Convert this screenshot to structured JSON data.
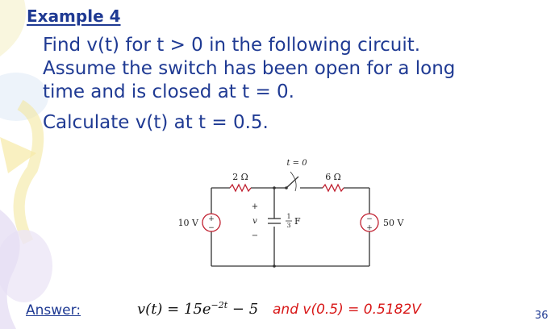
{
  "slide": {
    "title": "Example 4",
    "problem_line1": "Find v(t) for t > 0 in the following circuit.",
    "problem_line2": "Assume the switch has been open for a long",
    "problem_line3": "time and is closed at t = 0.",
    "calc_line": "Calculate v(t) at t = 0.5.",
    "page_number": "36"
  },
  "circuit": {
    "r1": "2 Ω",
    "r2": "6 Ω",
    "switch_label": "t = 0",
    "source_left": "10 V",
    "source_right": "50 V",
    "cap_label": "F",
    "cap_num": "1",
    "cap_den": "3",
    "v_plus": "+",
    "v_label": "v",
    "v_minus": "−"
  },
  "answer": {
    "label": "Answer:",
    "eq_prefix": "v(t) = 15e",
    "eq_exp": "−2t",
    "eq_suffix": " − 5",
    "result": "and  v(0.5) = 0.5182V"
  }
}
